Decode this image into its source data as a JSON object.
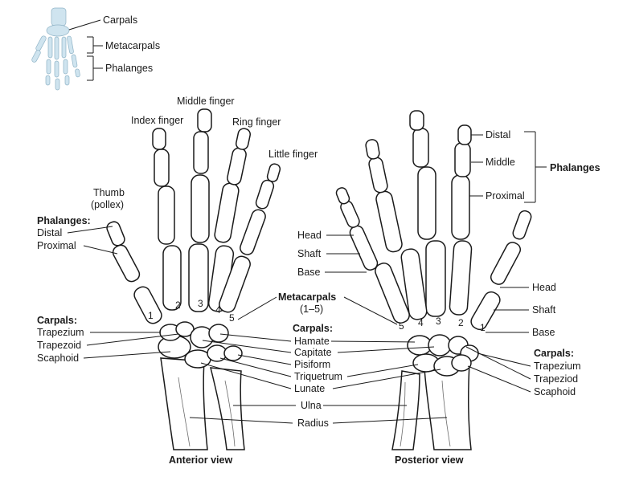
{
  "colors": {
    "ink": "#1a1a1a",
    "bone_fill": "#ffffff",
    "thumbnail_bone": "#cfe4ef"
  },
  "thumbnail": {
    "carpals": "Carpals",
    "metacarpals": "Metacarpals",
    "phalanges": "Phalanges"
  },
  "anterior": {
    "view_label": "Anterior view",
    "fingers": {
      "index": "Index finger",
      "middle": "Middle finger",
      "ring": "Ring finger",
      "little": "Little finger",
      "thumb_line1": "Thumb",
      "thumb_line2": "(pollex)"
    },
    "phalanges_header": "Phalanges:",
    "distal": "Distal",
    "proximal": "Proximal",
    "carpals_header": "Carpals:",
    "trapezium": "Trapezium",
    "trapezoid": "Trapezoid",
    "scaphoid": "Scaphoid",
    "numbers": [
      "1",
      "2",
      "3",
      "4",
      "5"
    ]
  },
  "center": {
    "metacarpals_header": "Metacarpals",
    "metacarpals_range": "(1–5)",
    "carpals_header": "Carpals:",
    "hamate": "Hamate",
    "capitate": "Capitate",
    "pisiform": "Pisiform",
    "triquetrum": "Triquetrum",
    "lunate": "Lunate",
    "ulna": "Ulna",
    "radius": "Radius"
  },
  "posterior": {
    "view_label": "Posterior view",
    "distal": "Distal",
    "middle": "Middle",
    "proximal": "Proximal",
    "phalanges_header": "Phalanges",
    "head_left": "Head",
    "shaft_left": "Shaft",
    "base_left": "Base",
    "head_right": "Head",
    "shaft_right": "Shaft",
    "base_right": "Base",
    "carpals_header": "Carpals:",
    "trapezium": "Trapezium",
    "trapezoid": "Trapeziod",
    "scaphoid": "Scaphoid",
    "numbers": [
      "5",
      "4",
      "3",
      "2",
      "1"
    ]
  }
}
